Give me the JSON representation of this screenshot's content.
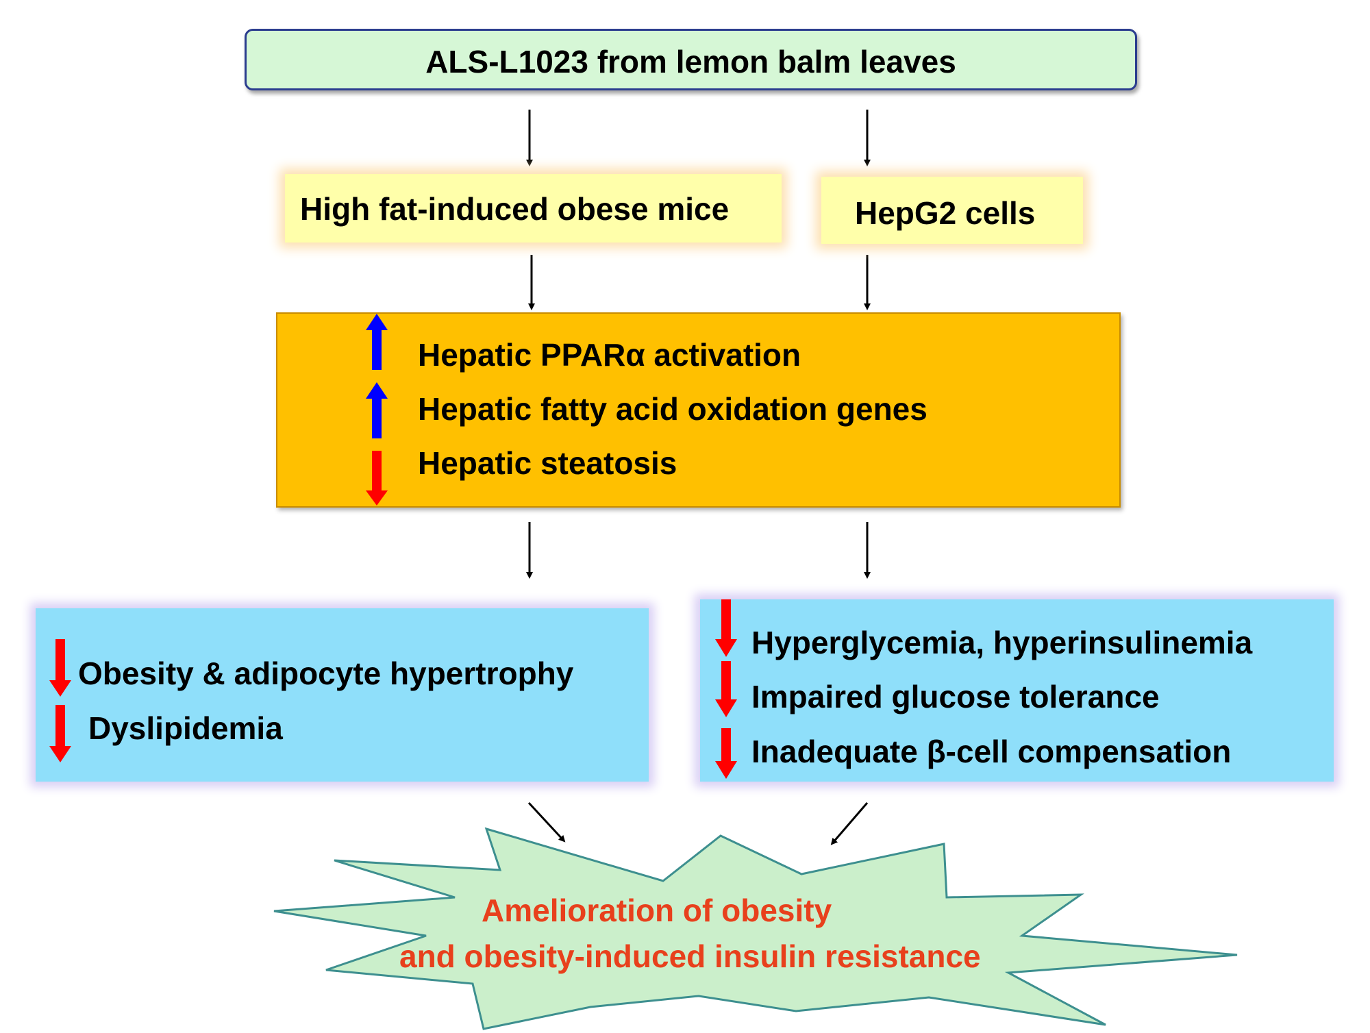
{
  "source": "ALS-L1023 from lemon balm leaves",
  "models": {
    "mice": "High fat-induced obese mice",
    "cells": "HepG2 cells"
  },
  "hepatic_effects": [
    {
      "direction": "up",
      "text": "Hepatic PPARα activation"
    },
    {
      "direction": "up",
      "text": "Hepatic fatty acid oxidation genes"
    },
    {
      "direction": "down",
      "text": "Hepatic steatosis"
    }
  ],
  "left_outcomes": [
    {
      "direction": "down",
      "text": "Obesity & adipocyte hypertrophy"
    },
    {
      "direction": "down",
      "text": "Dyslipidemia"
    }
  ],
  "right_outcomes": [
    {
      "direction": "down",
      "text": "Hyperglycemia, hyperinsulinemia"
    },
    {
      "direction": "down",
      "text": "Impaired glucose tolerance"
    },
    {
      "direction": "down",
      "text": "Inadequate β-cell compensation"
    }
  ],
  "result": {
    "line1": "Amelioration of obesity",
    "line2": "and obesity-induced insulin resistance"
  },
  "colors": {
    "up_arrow": "#0000ff",
    "down_arrow": "#ff0000",
    "hepatic_box": "#ffc000",
    "outcome_box": "#8fdffa",
    "model_box": "#ffffaa",
    "source_box": "#d6f7d6",
    "result_shape": "#cbefcb",
    "result_text": "#e8401c"
  }
}
